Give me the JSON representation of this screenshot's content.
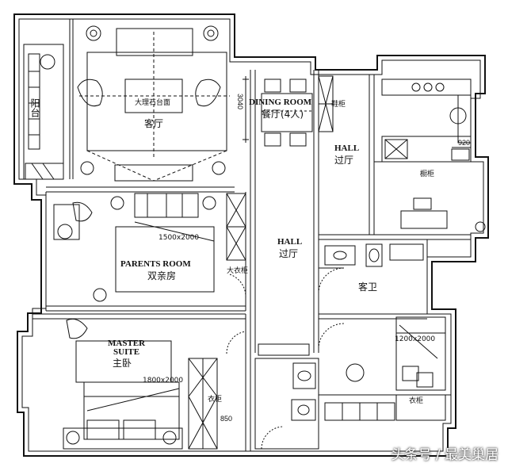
{
  "colors": {
    "line": "#111111",
    "wall_fill": "#f4f4f4",
    "watermark": "#ffffff"
  },
  "rooms": {
    "balcony": {
      "cn": "阳台"
    },
    "living": {
      "cn": "客厅",
      "tv_label": "大理石台面"
    },
    "dining": {
      "en": "DINING ROOM",
      "cn": "餐厅(4人)",
      "dim": "3040"
    },
    "hall_upper": {
      "en": "HALL",
      "cn": "过厅"
    },
    "cabinet_upper": {
      "cn": "鞋柜"
    },
    "kitchen": {
      "dim": "920",
      "cabinet": "橱柜"
    },
    "parents": {
      "en": "PARENTS ROOM",
      "cn": "双亲房",
      "wardrobe": "大衣柜",
      "bed_dim": "1500x2000"
    },
    "hall_center": {
      "en": "HALL",
      "cn": "过厅"
    },
    "guest_bath": {
      "cn": "客卫"
    },
    "master": {
      "en": "MASTER\nSUITE",
      "cn": "主卧",
      "bed_dim": "1800x2000",
      "wardrobe": "衣柜",
      "dim": "850"
    },
    "second": {
      "bed_dim": "1200x2000",
      "wardrobe": "衣柜"
    }
  },
  "watermark": "头条号 / 最美巢居"
}
